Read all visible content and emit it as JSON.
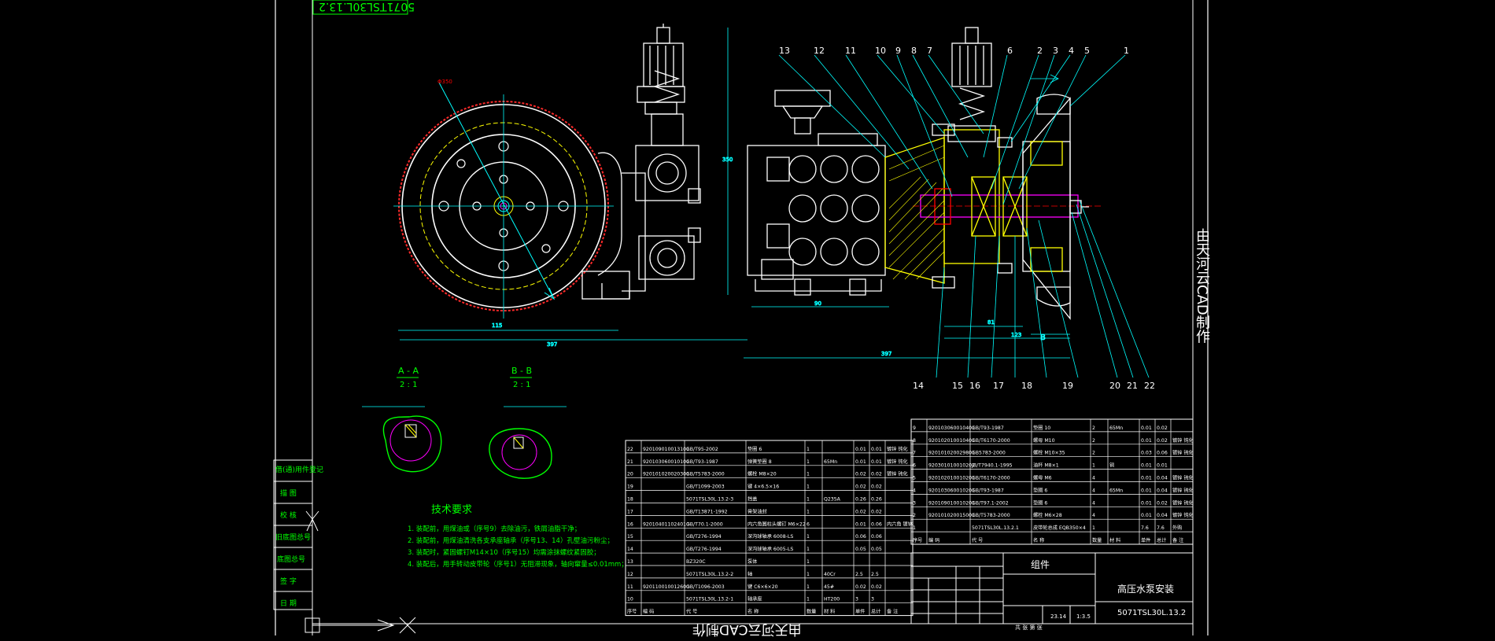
{
  "drawing": {
    "top_code": "5071TSL30L.13.2",
    "watermark": "由天河云CAD制作",
    "section_aa": {
      "label": "A - A",
      "scale": "2 : 1"
    },
    "section_bb": {
      "label": "B - B",
      "scale": "2 : 1"
    },
    "dims": {
      "d1": "397",
      "d2": "115",
      "d3": "350",
      "d4": "397",
      "d5": "90",
      "d6": "81",
      "d7": "123",
      "d8": "B"
    },
    "callouts_top": [
      "13",
      "12",
      "11",
      "10",
      "9",
      "8",
      "7",
      "6",
      "2",
      "3",
      "4",
      "5",
      "1"
    ],
    "callouts_bottom": [
      "14",
      "15",
      "16",
      "17",
      "18",
      "19",
      "20",
      "21",
      "22"
    ],
    "tech_req": {
      "title": "技术要求",
      "items": [
        "1. 装配前，用煤油或（序号9）去除油污，铁屑油脂干净；",
        "2. 装配前，用煤油清洗各支承座轴承（序号13、14）孔壁油污粉尘；",
        "3. 装配时，紧固螺钉M14×10（序号15）均需涂抹螺纹紧固胶；",
        "4. 装配后，用手转动皮带轮（序号1）无阻滞现象，轴向窜量≤0.01mm；"
      ]
    },
    "left_panel": [
      "借(通)用件登记",
      "描 图",
      "校 核",
      "旧底图总号",
      "底图总号",
      "签 字",
      "日 期"
    ]
  },
  "parts_left": {
    "headers": [
      "序号",
      "编 码",
      "代 号",
      "名 称",
      "数量",
      "材 料",
      "单件",
      "总计",
      "备 注"
    ],
    "rows": [
      [
        "22",
        "920109010013101",
        "GB/T95-2002",
        "垫圈 6",
        "1",
        "",
        "0.01",
        "0.01",
        "镀锌 钝化"
      ],
      [
        "21",
        "920103060010101",
        "GB/T93-1987",
        "弹簧垫圈 8",
        "1",
        "65Mn",
        "0.01",
        "0.01",
        "镀锌 钝化"
      ],
      [
        "20",
        "920101020020301",
        "GB/T5783-2000",
        "螺栓 M8×20",
        "1",
        "",
        "0.02",
        "0.02",
        "镀锌 钝化"
      ],
      [
        "19",
        "",
        "GB/T1099-2003",
        "键 4×6.5×16",
        "1",
        "",
        "0.02",
        "0.02",
        ""
      ],
      [
        "18",
        "",
        "5071TSL30L.13.2-3",
        "挡盖",
        "1",
        "Q235A",
        "0.26",
        "0.26",
        ""
      ],
      [
        "17",
        "",
        "GB/T13871-1992",
        "骨架油封",
        "1",
        "",
        "0.02",
        "0.02",
        ""
      ],
      [
        "16",
        "920104011024010",
        "GB/T70.1-2000",
        "内六角圆柱头螺钉 M6×22",
        "6",
        "",
        "0.01",
        "0.06",
        "内六角 镀锌"
      ],
      [
        "15",
        "",
        "GB/T276-1994",
        "深沟球轴承 6008-LS",
        "1",
        "",
        "0.06",
        "0.06",
        ""
      ],
      [
        "14",
        "",
        "GB/T276-1994",
        "深沟球轴承 6005-LS",
        "1",
        "",
        "0.05",
        "0.05",
        ""
      ],
      [
        "13",
        "",
        "BZ320C",
        "泵体",
        "1",
        "",
        "",
        "",
        ""
      ],
      [
        "12",
        "",
        "5071TSL30L.13.2-2",
        "轴",
        "1",
        "40Cr",
        "2.5",
        "2.5",
        ""
      ],
      [
        "11",
        "920110010012600",
        "GB/T1096-2003",
        "键 C6×6×20",
        "1",
        "45#",
        "0.02",
        "0.02",
        ""
      ],
      [
        "10",
        "",
        "5071TSL30L.13.2-1",
        "轴承座",
        "1",
        "HT200",
        "3",
        "3",
        ""
      ]
    ]
  },
  "parts_right": {
    "headers": [
      "序号",
      "编 码",
      "代 号",
      "名 称",
      "数量",
      "材 料",
      "单件",
      "总计",
      "备 注"
    ],
    "rows": [
      [
        "9",
        "920103060010401",
        "GB/T93-1987",
        "垫圈 10",
        "2",
        "65Mn",
        "0.01",
        "0.02",
        ""
      ],
      [
        "8",
        "920102010010401",
        "GB/T6170-2000",
        "螺母 M10",
        "2",
        "",
        "0.01",
        "0.02",
        "镀锌 钝化"
      ],
      [
        "7",
        "920101020029801",
        "GB5783-2000",
        "螺栓 M10×35",
        "2",
        "",
        "0.03",
        "0.06",
        "镀锌 钝化"
      ],
      [
        "6",
        "920301010010202",
        "JB/T7940.1-1995",
        "油杯 M8×1",
        "1",
        "铜",
        "0.01",
        "0.01",
        ""
      ],
      [
        "5",
        "920102010010201",
        "GB/T6170-2000",
        "螺母 M6",
        "4",
        "",
        "0.01",
        "0.04",
        "镀锌 钝化"
      ],
      [
        "4",
        "920103060010201",
        "GB/T93-1987",
        "垫圈 6",
        "4",
        "65Mn",
        "0.01",
        "0.04",
        "镀锌 钝化"
      ],
      [
        "3",
        "920109010010201",
        "GB/T97.1-2002",
        "垫圈 6",
        "4",
        "",
        "0.01",
        "0.02",
        "镀锌 钝化"
      ],
      [
        "2",
        "920101020015001",
        "GB/T5783-2000",
        "螺栓 M6×28",
        "4",
        "",
        "0.01",
        "0.04",
        "镀锌 钝化"
      ],
      [
        "1",
        "",
        "5071TSL30L.13.2.1",
        "皮带轮总成 EQB350×4",
        "1",
        "",
        "7.6",
        "7.6",
        "外购"
      ]
    ]
  },
  "title_block": {
    "kind": "组件",
    "name": "高压水泵安装",
    "code": "5071TSL30L.13.2",
    "weight": "23.14",
    "scale": "1:3.5",
    "sheet": "共 张 第 张"
  }
}
